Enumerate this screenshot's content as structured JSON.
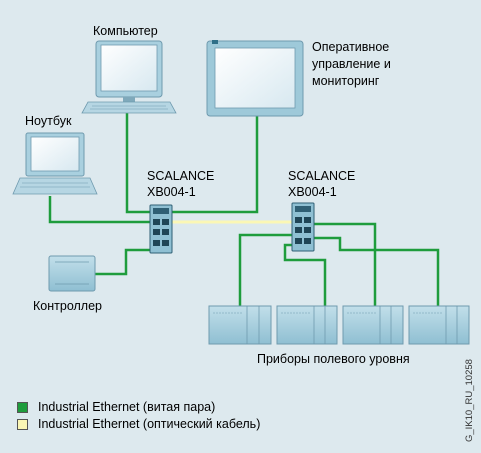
{
  "labels": {
    "computer": "Компьютер",
    "operator_panel": [
      "Оперативное",
      "управление и",
      "мониторинг"
    ],
    "notebook": "Ноутбук",
    "switch1": [
      "SCALANCE",
      "XB004-1"
    ],
    "switch2": [
      "SCALANCE",
      "XB004-1"
    ],
    "controller": "Контроллер",
    "field_devices": "Приборы полевого уровня"
  },
  "legend": [
    {
      "label": "Industrial Ethernet (витая пара)",
      "color": "#1e9c3c"
    },
    {
      "label": "Industrial Ethernet (оптический кабель)",
      "color": "#fbf7b5"
    }
  ],
  "doc_id": "G_IK10_RU_10258",
  "colors": {
    "background": "#dde9ee",
    "twisted_pair": "#1e9c3c",
    "fiber": "#fbf7b5",
    "device": "#9ec9d9"
  }
}
